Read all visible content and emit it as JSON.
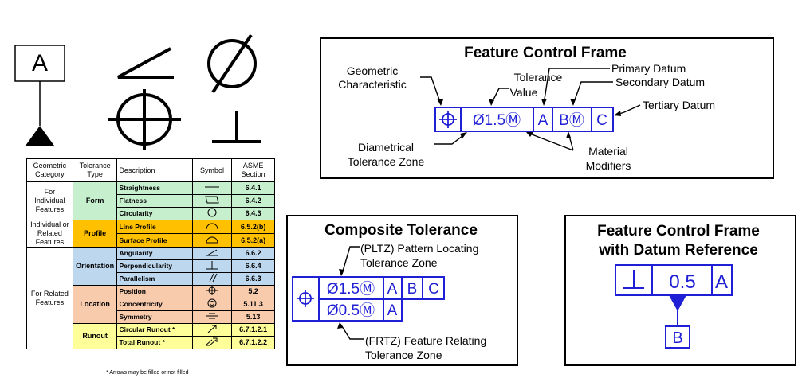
{
  "datum_symbol": {
    "letter": "A"
  },
  "table": {
    "headers": [
      "Geometric Category",
      "Tolerance Type",
      "Description",
      "Symbol",
      "ASME Section"
    ],
    "groups": [
      {
        "category": "For Individual Features",
        "type": "Form",
        "rows": [
          {
            "desc": "Straightness",
            "icon": "straightness-icon",
            "sec": "6.4.1"
          },
          {
            "desc": "Flatness",
            "icon": "flatness-icon",
            "sec": "6.4.2"
          },
          {
            "desc": "Circularity",
            "icon": "circularity-icon",
            "sec": "6.4.3"
          }
        ]
      },
      {
        "category": "Individual or Related Features",
        "type": "Profile",
        "rows": [
          {
            "desc": "Line Profile",
            "icon": "line-profile-icon",
            "sec": "6.5.2(b)"
          },
          {
            "desc": "Surface Profile",
            "icon": "surface-profile-icon",
            "sec": "6.5.2(a)"
          }
        ]
      },
      {
        "category": "For Related Features",
        "type": "Orientation",
        "rows": [
          {
            "desc": "Angularity",
            "icon": "angularity-icon",
            "sec": "6.6.2"
          },
          {
            "desc": "Perpendicularity",
            "icon": "perpendicularity-icon",
            "sec": "6.6.4"
          },
          {
            "desc": "Parallelism",
            "icon": "parallelism-icon",
            "sec": "6.6.3"
          }
        ]
      },
      {
        "category": "",
        "type": "Location",
        "rows": [
          {
            "desc": "Position",
            "icon": "position-icon",
            "sec": "5.2"
          },
          {
            "desc": "Concentricity",
            "icon": "concentricity-icon",
            "sec": "5.11.3"
          },
          {
            "desc": "Symmetry",
            "icon": "symmetry-icon",
            "sec": "5.13"
          }
        ]
      },
      {
        "category": "",
        "type": "Runout",
        "rows": [
          {
            "desc": "Circular Runout *",
            "icon": "circular-runout-icon",
            "sec": "6.7.1.2.1"
          },
          {
            "desc": "Total Runout *",
            "icon": "total-runout-icon",
            "sec": "6.7.1.2.2"
          }
        ]
      }
    ],
    "note": "* Arrows may be filled or not filled"
  },
  "fcf": {
    "title": "Feature Control Frame",
    "label_geometric": "Geometric Characteristic",
    "label_tolerance": "Tolerance Value",
    "label_primary": "Primary Datum",
    "label_secondary": "Secondary Datum",
    "label_tertiary": "Tertiary Datum",
    "label_diametrical": "Diametrical Tolerance Zone",
    "label_modifiers": "Material Modifiers",
    "value": "Ø1.5Ⓜ",
    "cells": [
      "A",
      "BⓂ",
      "C"
    ]
  },
  "composite": {
    "title": "Composite Tolerance",
    "label_pltz": "(PLTZ) Pattern Locating Tolerance Zone",
    "label_frtz": "(FRTZ) Feature Relating Tolerance Zone",
    "row1_value": "Ø1.5Ⓜ",
    "row1_cells": [
      "A",
      "B",
      "C"
    ],
    "row2_value": "Ø0.5Ⓜ",
    "row2_cells": [
      "A"
    ]
  },
  "datum_ref": {
    "title_line1": "Feature Control Frame",
    "title_line2": "with Datum Reference",
    "value": "0.5",
    "datum": "A",
    "datum_feature": "B"
  },
  "colors": {
    "blue": "#1f1fd6",
    "black": "#000000"
  }
}
